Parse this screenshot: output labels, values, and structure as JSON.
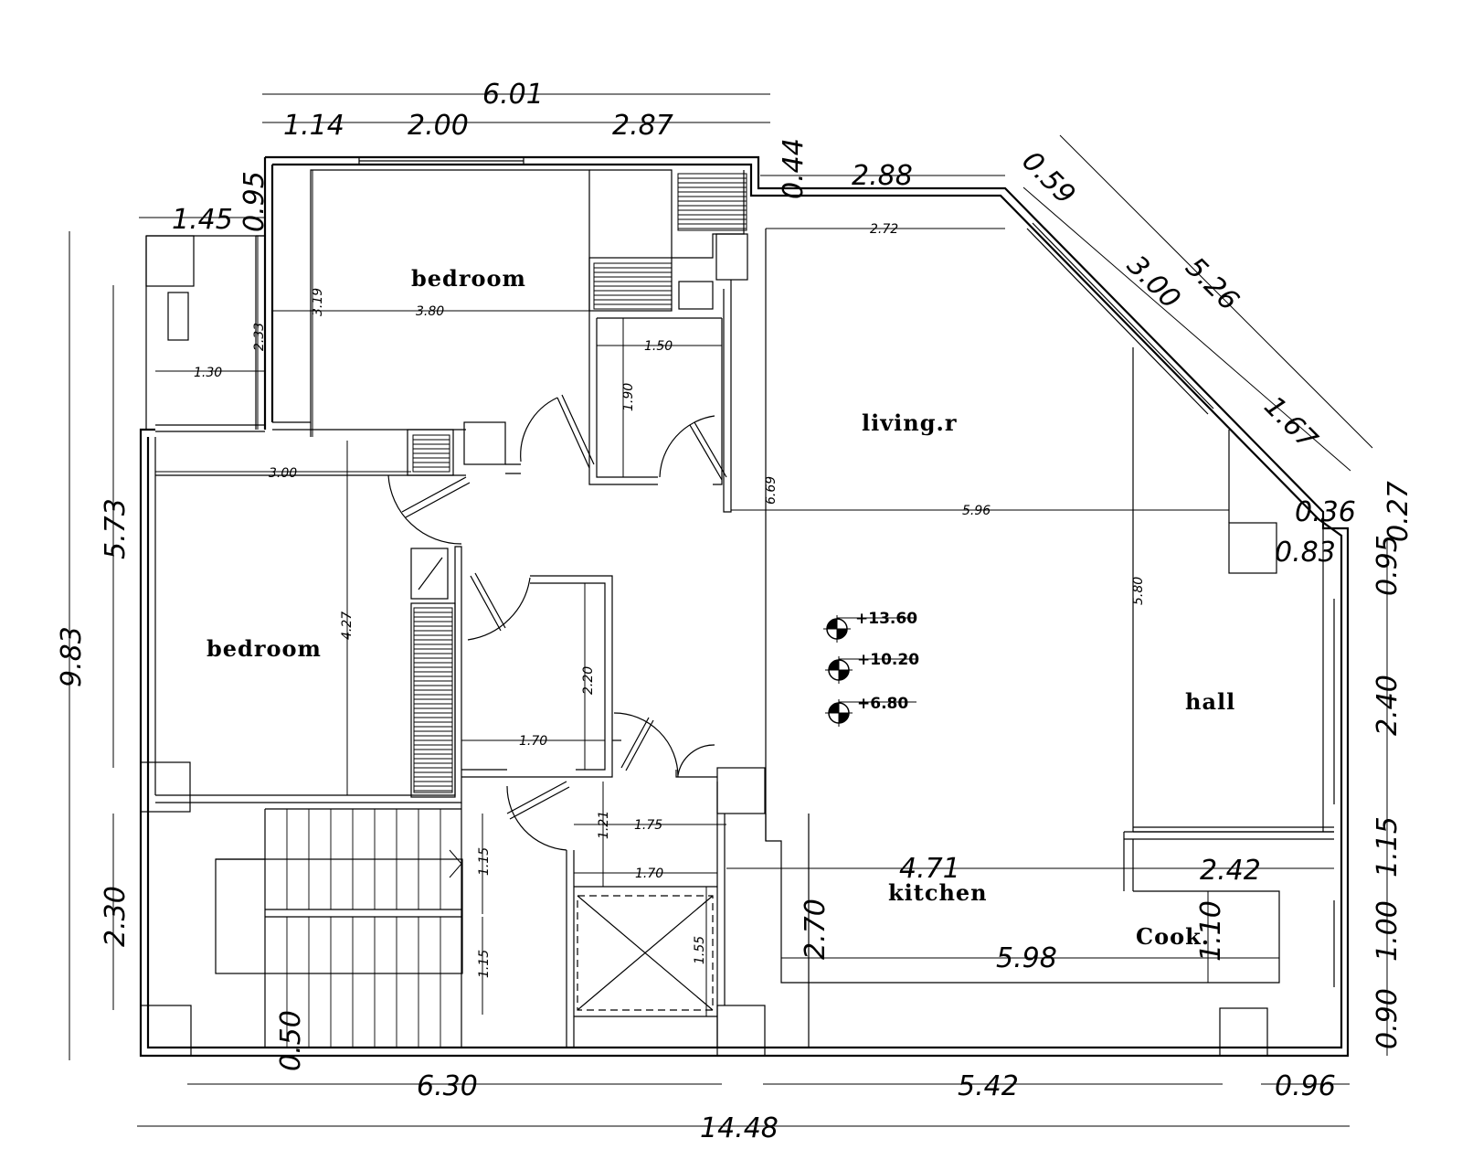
{
  "rooms": {
    "bedroom_top": "bedroom",
    "bedroom_left": "bedroom",
    "living": "living.r",
    "hall": "hall",
    "kitchen": "kitchen",
    "cook": "Cook."
  },
  "elevations": [
    "+13.60",
    "+10.20",
    "+6.80"
  ],
  "dimensions": {
    "top_total": "6.01",
    "top_a": "1.14",
    "top_b": "2.00",
    "top_c": "2.87",
    "top_2_88": "2.88",
    "top_0_44": "0.44",
    "left_1_45": "1.45",
    "left_0_95": "0.95",
    "left_total": "9.83",
    "left_5_73": "5.73",
    "left_2_30": "2.30",
    "diag_5_26": "5.26",
    "diag_0_59": "0.59",
    "diag_3_00": "3.00",
    "diag_1_67": "1.67",
    "right_0_36": "0.36",
    "right_0_27": "0.27",
    "right_0_83": "0.83",
    "right_0_95": "0.95",
    "right_2_40": "2.40",
    "right_1_15": "1.15",
    "right_1_00": "1.00",
    "right_0_90": "0.90",
    "bot_6_30": "6.30",
    "bot_5_42": "5.42",
    "bot_0_96": "0.96",
    "bot_total": "14.48",
    "kit_4_71": "4.71",
    "kit_2_42": "2.42",
    "kit_2_70": "2.70",
    "kit_5_98": "5.98",
    "kit_1_10": "1.10",
    "stair_0_50": "0.50",
    "i_3_80": "3.80",
    "i_3_19": "3.19",
    "i_2_33": "2.33",
    "i_1_30": "1.30",
    "i_1_50": "1.50",
    "i_1_90": "1.90",
    "i_2_72": "2.72",
    "i_6_69": "6.69",
    "i_5_96": "5.96",
    "i_5_80": "5.80",
    "i_3_00": "3.00",
    "i_4_27": "4.27",
    "i_2_20": "2.20",
    "i_1_70a": "1.70",
    "i_1_21": "1.21",
    "i_1_75": "1.75",
    "i_1_70b": "1.70",
    "i_1_55": "1.55",
    "i_1_15a": "1.15",
    "i_1_15b": "1.15"
  }
}
